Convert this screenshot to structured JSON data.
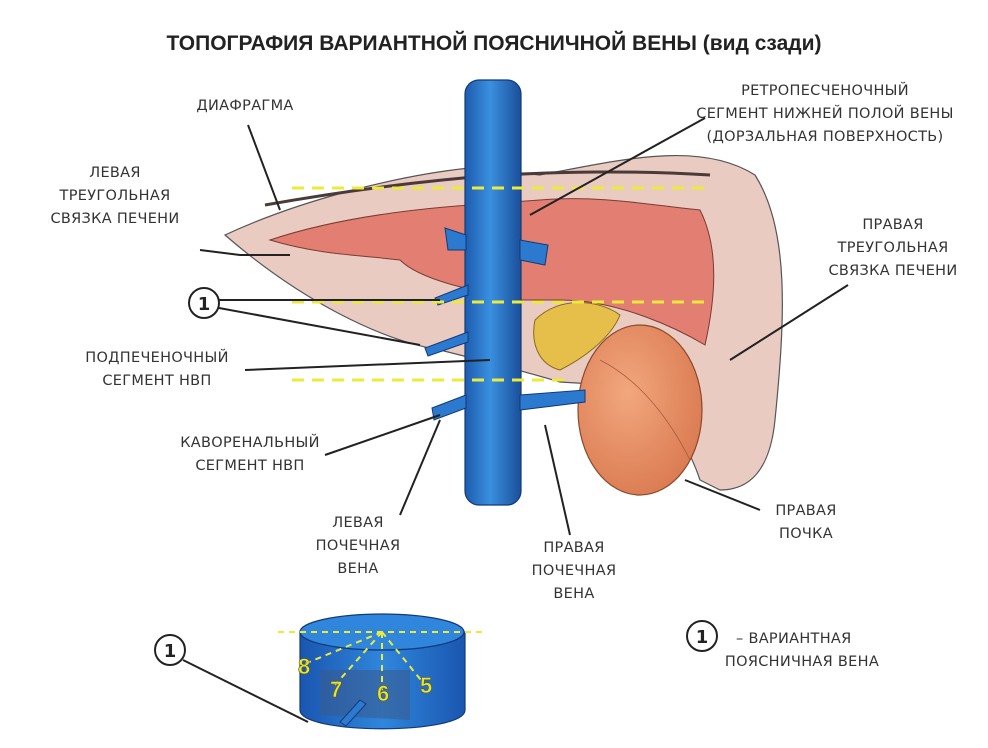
{
  "title": "ТОПОГРАФИЯ ВАРИАНТНОЙ ПОЯСНИЧНОЙ ВЕНЫ (вид сзади)",
  "labels": {
    "diaphragm": "ДИАФРАГМА",
    "retro_1": "РЕТРОПЕСЧЕНОЧНЫЙ",
    "retro_2": "СЕГМЕНТ НИЖНЕЙ ПОЛОЙ ВЕНЫ",
    "retro_3": "(ДОРЗАЛЬНАЯ ПОВЕРХНОСТЬ)",
    "left_tri_1": "ЛЕВАЯ",
    "left_tri_2": "ТРЕУГОЛЬНАЯ",
    "left_tri_3": "СВЯЗКА ПЕЧЕНИ",
    "right_tri_1": "ПРАВАЯ",
    "right_tri_2": "ТРЕУГОЛЬНАЯ",
    "right_tri_3": "СВЯЗКА ПЕЧЕНИ",
    "subhep_1": "ПОДПЕЧЕНОЧНЫЙ",
    "subhep_2": "СЕГМЕНТ НВП",
    "cavoren_1": "КАВОРЕНАЛЬНЫЙ",
    "cavoren_2": "СЕГМЕНТ НВП",
    "left_renal_1": "ЛЕВАЯ",
    "left_renal_2": "ПОЧЕЧНАЯ",
    "left_renal_3": "ВЕНА",
    "right_renal_1": "ПРАВАЯ",
    "right_renal_2": "ПОЧЕЧНАЯ",
    "right_renal_3": "ВЕНА",
    "right_kidney_1": "ПРАВАЯ",
    "right_kidney_2": "ПОЧКА",
    "legend_1": "– ВАРИАНТНАЯ",
    "legend_2": "ПОЯСНИЧНАЯ ВЕНА"
  },
  "markers": {
    "upper": "1",
    "lower": "1",
    "legend": "1"
  },
  "liver_segments": [
    "8",
    "7",
    "6",
    "5"
  ],
  "colors": {
    "vein": "#2f7fd3",
    "vein_dark": "#1a4f9a",
    "liver": "#e8c7bd",
    "liver_red": "#e07a6e",
    "kidney": "#e8926a",
    "adrenal": "#e8c24a",
    "dashes": "#ecea3a"
  }
}
